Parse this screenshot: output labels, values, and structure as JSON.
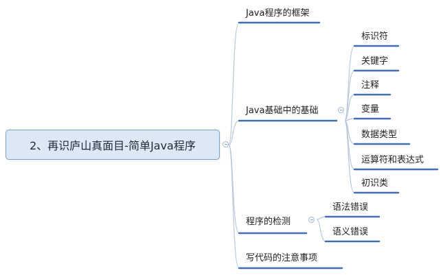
{
  "root": {
    "label": "2、再识庐山真面目-简单Java程序"
  },
  "branches": [
    {
      "label": "Java程序的框架"
    },
    {
      "label": "Java基础中的基础",
      "children": [
        "标识符",
        "关键字",
        "注释",
        "变量",
        "数据类型",
        "运算符和表达式",
        "初识类"
      ]
    },
    {
      "label": "程序的检测",
      "children": [
        "语法错误",
        "语义错误"
      ]
    },
    {
      "label": "写代码的注意事项"
    }
  ],
  "colors": {
    "line": "#3f6fb1",
    "connector": "#b9c9dc",
    "root_fill": "#dde8f4",
    "root_border": "#7da0c8"
  },
  "icons": {
    "collapse": "collapse-circle-icon"
  }
}
